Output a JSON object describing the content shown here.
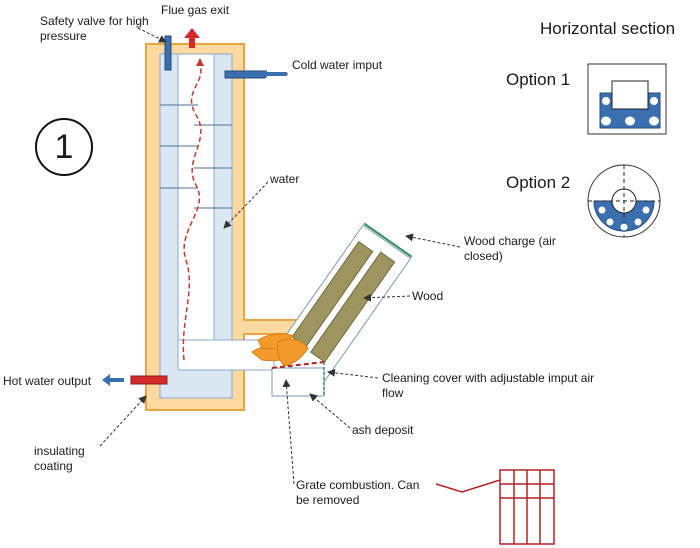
{
  "diagram_number": "1",
  "labels": {
    "safety_valve": "Safety valve for high\npressure",
    "flue_gas_exit": "Flue gas exit",
    "cold_water_input": "Cold water imput",
    "water": "water",
    "wood_charge": "Wood  charge (air\nclosed)",
    "wood": "Wood",
    "hot_water_output": "Hot water output",
    "cleaning_cover": "Cleaning cover with adjustable imput air\nflow",
    "ash_deposit": "ash deposit",
    "insulating_coating": "insulating\ncoating",
    "grate": "Grate combustion. Can\nbe removed"
  },
  "horizontal_section": {
    "title": "Horizontal section",
    "option1": "Option 1",
    "option2": "Option 2"
  },
  "colors": {
    "insulation": "#fcd9a0",
    "insulation_border": "#e8a63c",
    "water": "#dbe8f4",
    "pipe_blue": "#3a6fb0",
    "hot_red": "#d42a2a",
    "flame": "#f29b2c",
    "wood": "#9d9460",
    "grate": "#b22222"
  }
}
